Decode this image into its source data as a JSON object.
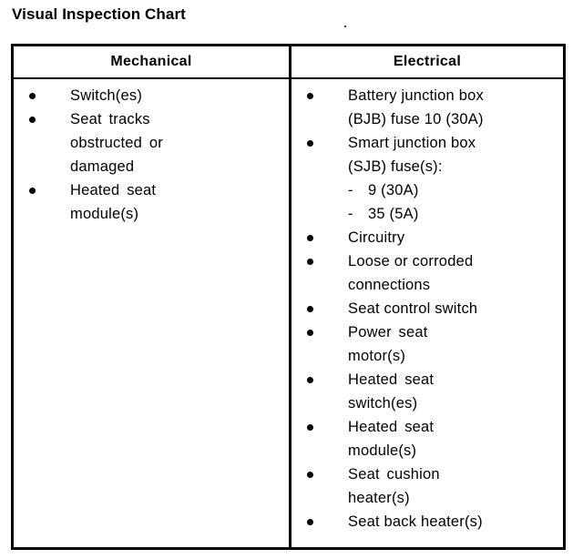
{
  "document": {
    "title": "Visual Inspection Chart"
  },
  "table": {
    "columns": [
      {
        "header": "Mechanical"
      },
      {
        "header": "Electrical"
      }
    ],
    "mechanical_items": [
      {
        "text": "Switch(es)"
      },
      {
        "text": "Seat  tracks\nobstructed or\ndamaged"
      },
      {
        "text": "Heated  seat\nmodule(s)"
      }
    ],
    "electrical_items": [
      {
        "text": "Battery junction box\n(BJB) fuse 10 (30A)"
      },
      {
        "text": "Smart junction box\n(SJB) fuse(s):",
        "sub_items": [
          {
            "marker": "-",
            "text": "9 (30A)"
          },
          {
            "marker": "-",
            "text": "35 (5A)"
          }
        ]
      },
      {
        "text": "Circuitry"
      },
      {
        "text": "Loose or corroded\nconnections"
      },
      {
        "text": "Seat control switch"
      },
      {
        "text": "Power  seat\nmotor(s)"
      },
      {
        "text": "Heated  seat\nswitch(es)"
      },
      {
        "text": "Heated  seat\nmodule(s)"
      },
      {
        "text": "Seat  cushion\nheater(s)"
      },
      {
        "text": "Seat back heater(s)"
      }
    ]
  },
  "style": {
    "ink_color": "#000000",
    "paper_color": "#ffffff"
  }
}
